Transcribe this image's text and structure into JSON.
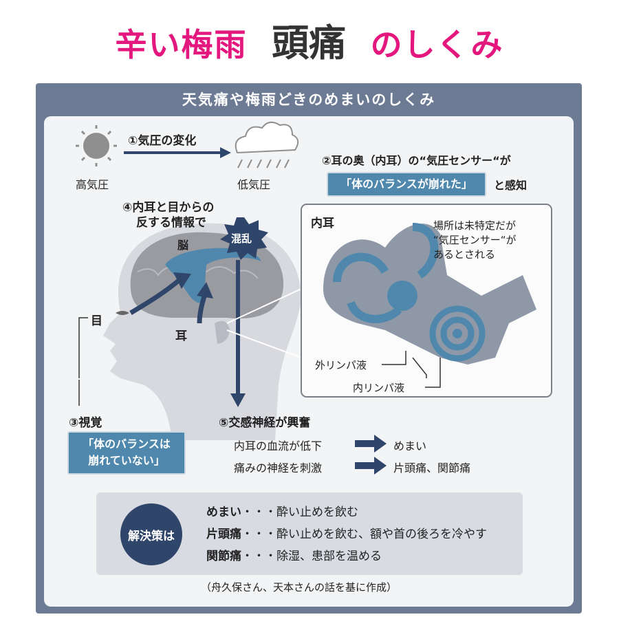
{
  "header": {
    "left": "辛い梅雨",
    "center": "頭痛",
    "right": "のしくみ"
  },
  "figure": {
    "title": "天気痛や梅雨どきのめまいのしくみ",
    "step1": "①気圧の変化",
    "high_pressure": "高気圧",
    "low_pressure": "低気圧",
    "step2": "②耳の奥（内耳）の“気圧センサー“が",
    "step2_box": "「体のバランスが崩れた」",
    "step2_suffix": "と感知",
    "step4_line1": "④内耳と目からの",
    "step4_line2": "反する情報で",
    "brain": "脳",
    "confusion": "混乱",
    "eye": "目",
    "ear": "耳",
    "inner_ear": {
      "title": "内耳",
      "note_line1": "場所は未特定だが",
      "note_line2": "“気圧センサー“が",
      "note_line3": "あるとされる",
      "perilymph": "外リンパ液",
      "endolymph": "内リンパ液"
    },
    "step3": "③視覚",
    "step3_box_line1": "「体のバランスは",
    "step3_box_line2": "崩れていない」",
    "step5": "⑤交感神経が興奮",
    "effects": [
      {
        "cause": "内耳の血流が低下",
        "result": "めまい"
      },
      {
        "cause": "痛みの神経を刺激",
        "result": "片頭痛、関節痛"
      }
    ],
    "solutions_label": "解決策は",
    "solutions": [
      {
        "name": "めまい",
        "sep": "・・・",
        "text": "酔い止めを飲む"
      },
      {
        "name": "片頭痛",
        "sep": "・・・",
        "text": "酔い止めを飲む、額や首の後ろを冷やす"
      },
      {
        "name": "関節痛",
        "sep": "・・・",
        "text": "除湿、患部を温める"
      }
    ],
    "source": "（舟久保さん、天本さんの話を基に作成）"
  },
  "colors": {
    "header_pink": "#e4177e",
    "frame": "#6d7a93",
    "accent_blue": "#4f88ac",
    "navy": "#2f456a"
  }
}
